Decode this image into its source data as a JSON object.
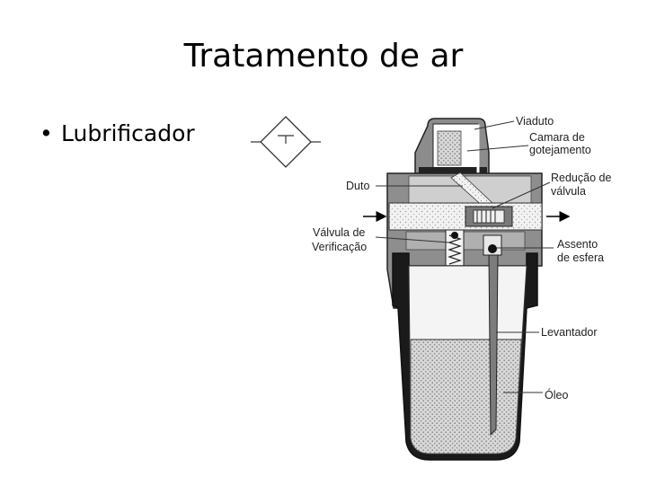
{
  "slide": {
    "title": "Tratamento de ar",
    "bullet": "Lubrificador"
  },
  "labels": {
    "viaduto": "Viaduto",
    "camara_line1": "Camara de",
    "camara_line2": "gotejamento",
    "duto": "Duto",
    "reducao_line1": "Redução de",
    "reducao_line2": "válvula",
    "valvula_line1": "Válvula de",
    "valvula_line2": "Verificação",
    "assento_line1": "Assento",
    "assento_line2": "de esfera",
    "levantador": "Levantador",
    "oleo": "Óleo"
  }
}
